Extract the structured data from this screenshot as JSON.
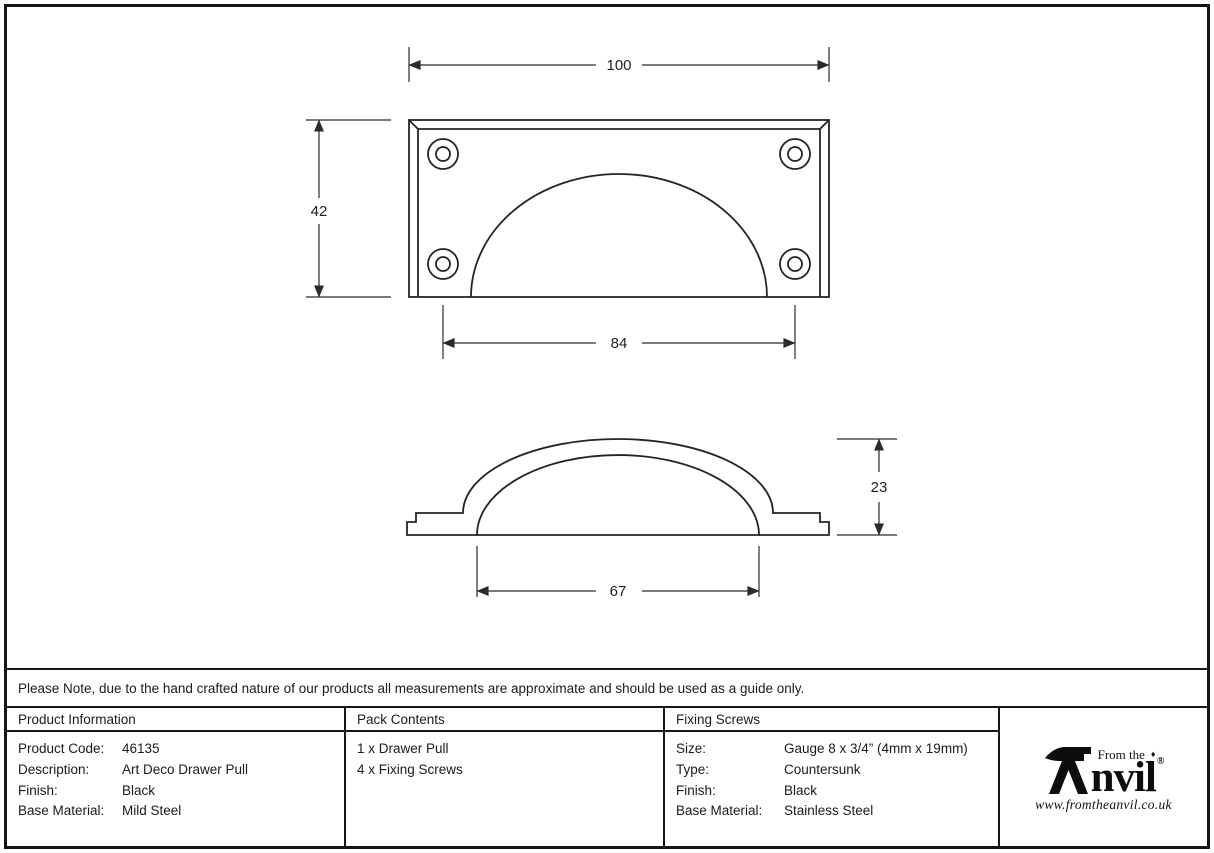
{
  "note": "Please Note, due to the hand crafted nature of our products all measurements are approximate and should be used as a guide only.",
  "drawing": {
    "front_view": {
      "overall_width": "100",
      "overall_height": "42",
      "screw_spacing": "84"
    },
    "side_view": {
      "projection_depth": "23",
      "cup_width": "67"
    }
  },
  "table": {
    "product_information": {
      "header": "Product Information",
      "rows": [
        {
          "label": "Product Code:",
          "value": "46135"
        },
        {
          "label": "Description:",
          "value": "Art Deco Drawer Pull"
        },
        {
          "label": "Finish:",
          "value": "Black"
        },
        {
          "label": "Base Material:",
          "value": "Mild Steel"
        }
      ]
    },
    "pack_contents": {
      "header": "Pack Contents",
      "items": [
        "1 x Drawer Pull",
        "4 x Fixing Screws"
      ]
    },
    "fixing_screws": {
      "header": "Fixing Screws",
      "rows": [
        {
          "label": "Size:",
          "value": "Gauge 8 x 3/4” (4mm x 19mm)"
        },
        {
          "label": "Type:",
          "value": "Countersunk"
        },
        {
          "label": "Finish:",
          "value": "Black"
        },
        {
          "label": "Base Material:",
          "value": "Stainless Steel"
        }
      ]
    }
  },
  "logo": {
    "from_the": "From the",
    "diamond": "♦",
    "name_rest": "nvil",
    "registered": "®",
    "url": "www.fromtheanvil.co.uk"
  },
  "colors": {
    "line": "#242424",
    "text": "#1b1b1b",
    "border": "#161616",
    "background": "#ffffff"
  }
}
